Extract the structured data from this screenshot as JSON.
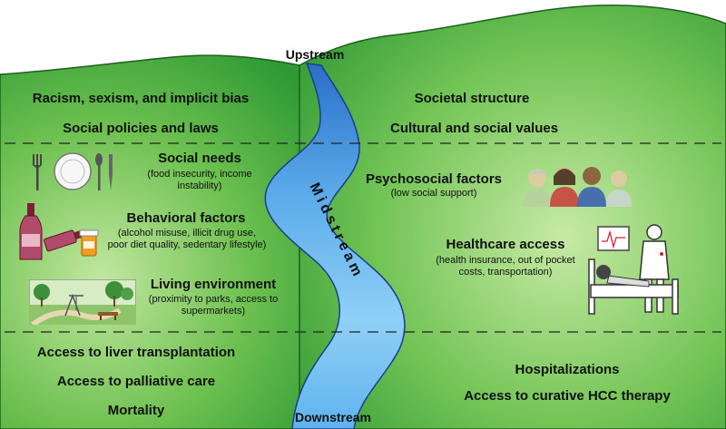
{
  "labels": {
    "upstream": "Upstream",
    "midstream": "Midstream",
    "downstream": "Downstream"
  },
  "upstream_left": [
    "Racism, sexism, and implicit bias",
    "Social policies and laws"
  ],
  "upstream_right": [
    "Societal structure",
    "Cultural and social values"
  ],
  "midstream_left": [
    {
      "title": "Social needs",
      "detail": "(food insecurity, income\ninstability)",
      "icon": "plate-utensils-icon"
    },
    {
      "title": "Behavioral factors",
      "detail": "(alcohol misuse, illicit drug use,\npoor diet quality, sedentary lifestyle)",
      "icon": "wine-bottle-pills-icon"
    },
    {
      "title": "Living environment",
      "detail": "(proximity to parks, access to\nsupermarkets)",
      "icon": "park-playground-icon"
    }
  ],
  "midstream_right": [
    {
      "title": "Psychosocial factors",
      "detail": "(low social support)",
      "icon": "people-group-icon"
    },
    {
      "title": "Healthcare access",
      "detail": "(health insurance, out of pocket\ncosts, transportation)",
      "icon": "hospital-bed-doctor-icon"
    }
  ],
  "downstream_left": [
    "Access to liver transplantation",
    "Access to palliative care",
    "Mortality"
  ],
  "downstream_right": [
    "Hospitalizations",
    "Access to curative HCC therapy"
  ],
  "colors": {
    "hill": "#3fa83a",
    "river": "#3b8fd8",
    "sky": "#ffffff"
  }
}
